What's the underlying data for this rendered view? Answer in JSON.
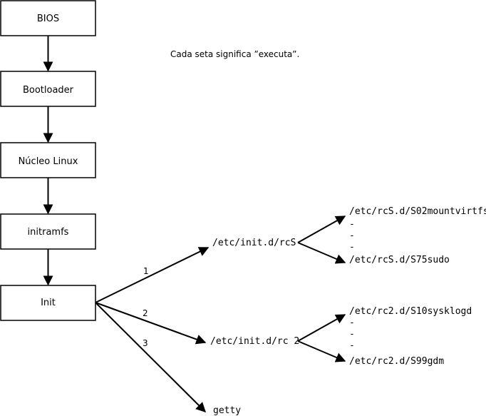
{
  "note": "Cada seta significa ”executa”.",
  "boxes": [
    "BIOS",
    "Bootloader",
    "Núcleo Linux",
    "initramfs",
    "Init"
  ],
  "scripts": {
    "rcS": "/etc/init.d/rcS",
    "rc2": "/etc/init.d/rc 2",
    "getty": "getty"
  },
  "edge_labels": [
    "1",
    "2",
    "3"
  ],
  "rcS_entries": {
    "first": "/etc/rcS.d/S02mountvirtfs",
    "dots": [
      "-",
      "-",
      "-"
    ],
    "last": "/etc/rcS.d/S75sudo"
  },
  "rc2_entries": {
    "first": "/etc/rc2.d/S10sysklogd",
    "dots": [
      "-",
      "-",
      "-"
    ],
    "last": "/etc/rc2.d/S99gdm"
  },
  "colors": {
    "stroke": "#000000",
    "background": "#ffffff"
  }
}
